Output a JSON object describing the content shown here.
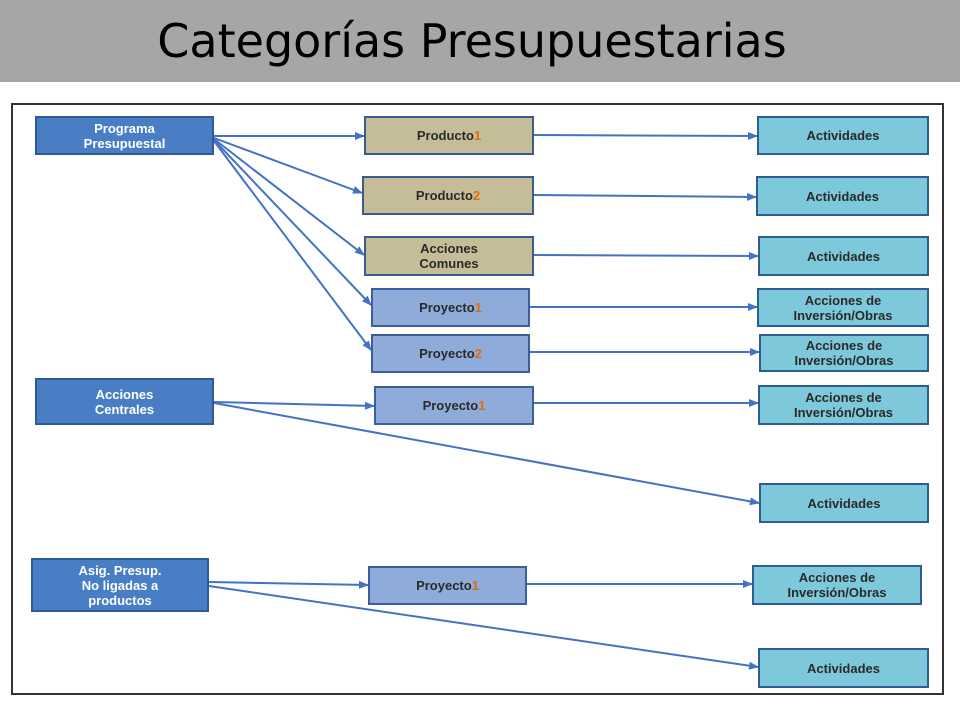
{
  "title": "Categorías Presupuestarias",
  "colors": {
    "source": "#4a7ec4",
    "producto": "#c4bd97",
    "proyecto": "#8fabd9",
    "actividad": "#7ec8dc",
    "number_accent": "#e36c09",
    "arrow": "#4472c4"
  },
  "nodes": {
    "programa": "Programa\nPresupuestal",
    "acciones_centrales": "Acciones\nCentrales",
    "asig_presup": "Asig. Presup.\nNo ligadas a\nproductos",
    "producto1": {
      "label": "Producto",
      "num": "1"
    },
    "producto2": {
      "label": "Producto",
      "num": "2"
    },
    "acciones_comunes": "Acciones\nComunes",
    "proyecto1_a": {
      "label": "Proyecto ",
      "num": "1"
    },
    "proyecto2": {
      "label": "Proyecto",
      "num": "2"
    },
    "proyecto1_b": {
      "label": "Proyecto ",
      "num": "1"
    },
    "proyecto1_c": {
      "label": "Proyecto ",
      "num": "1"
    },
    "act1": "Actividades",
    "act2": "Actividades",
    "act3": "Actividades",
    "inv1": "Acciones de\nInversión/Obras",
    "inv2": "Acciones de\nInversión/Obras",
    "inv3": "Acciones de\nInversión/Obras",
    "act4": "Actividades",
    "inv4": "Acciones de\nInversión/Obras",
    "act5": "Actividades"
  }
}
